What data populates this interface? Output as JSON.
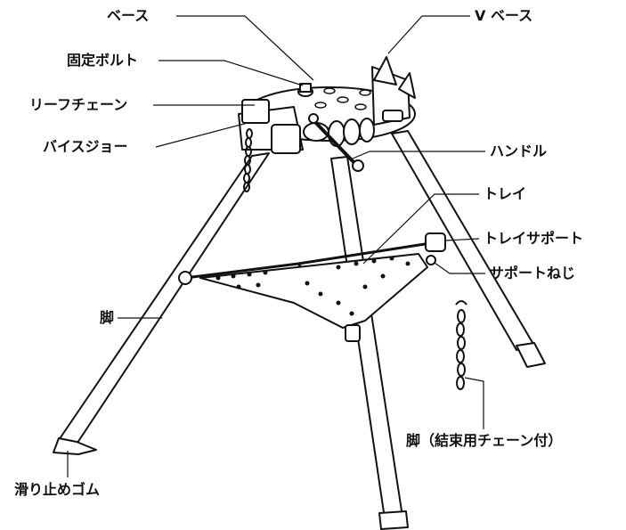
{
  "labels": {
    "base": "ベース",
    "fixing_bolt": "固定ボルト",
    "leaf_chain": "リーフチェーン",
    "vise_jaw": "バイスジョー",
    "v_base": "V ベース",
    "handle": "ハンドル",
    "tray": "トレイ",
    "tray_support": "トレイサポート",
    "support_screw": "サポートねじ",
    "leg": "脚",
    "leg_with_chain": "脚（結束用チェーン付）",
    "anti_slip_rubber": "滑り止めゴム"
  }
}
